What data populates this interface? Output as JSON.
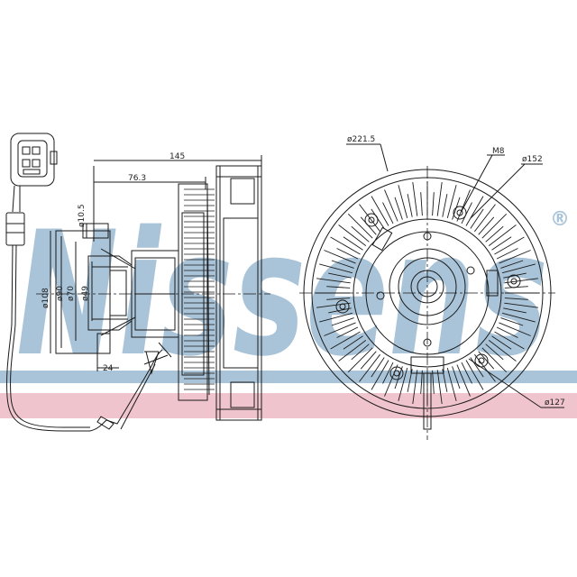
{
  "watermark": {
    "text": "Nissens",
    "trademark": "®",
    "color": "#a9c4d8",
    "band_color": "#f0c4cc"
  },
  "side_view": {
    "dim_overall_length": "145",
    "dim_hub_length": "76.3",
    "dim_flange": "ø10.5",
    "dim_base": "24",
    "dim_dia_108": "ø108",
    "dim_dia_90": "ø90",
    "dim_dia_70": "ø70",
    "dim_dia_49": "ø49"
  },
  "front_view": {
    "dim_outer_dia": "ø221.5",
    "dim_thread": "M8",
    "dim_bolt_circle": "ø152",
    "dim_inner_dia": "ø127"
  },
  "colors": {
    "line": "#1a1a1a",
    "background": "#ffffff"
  }
}
